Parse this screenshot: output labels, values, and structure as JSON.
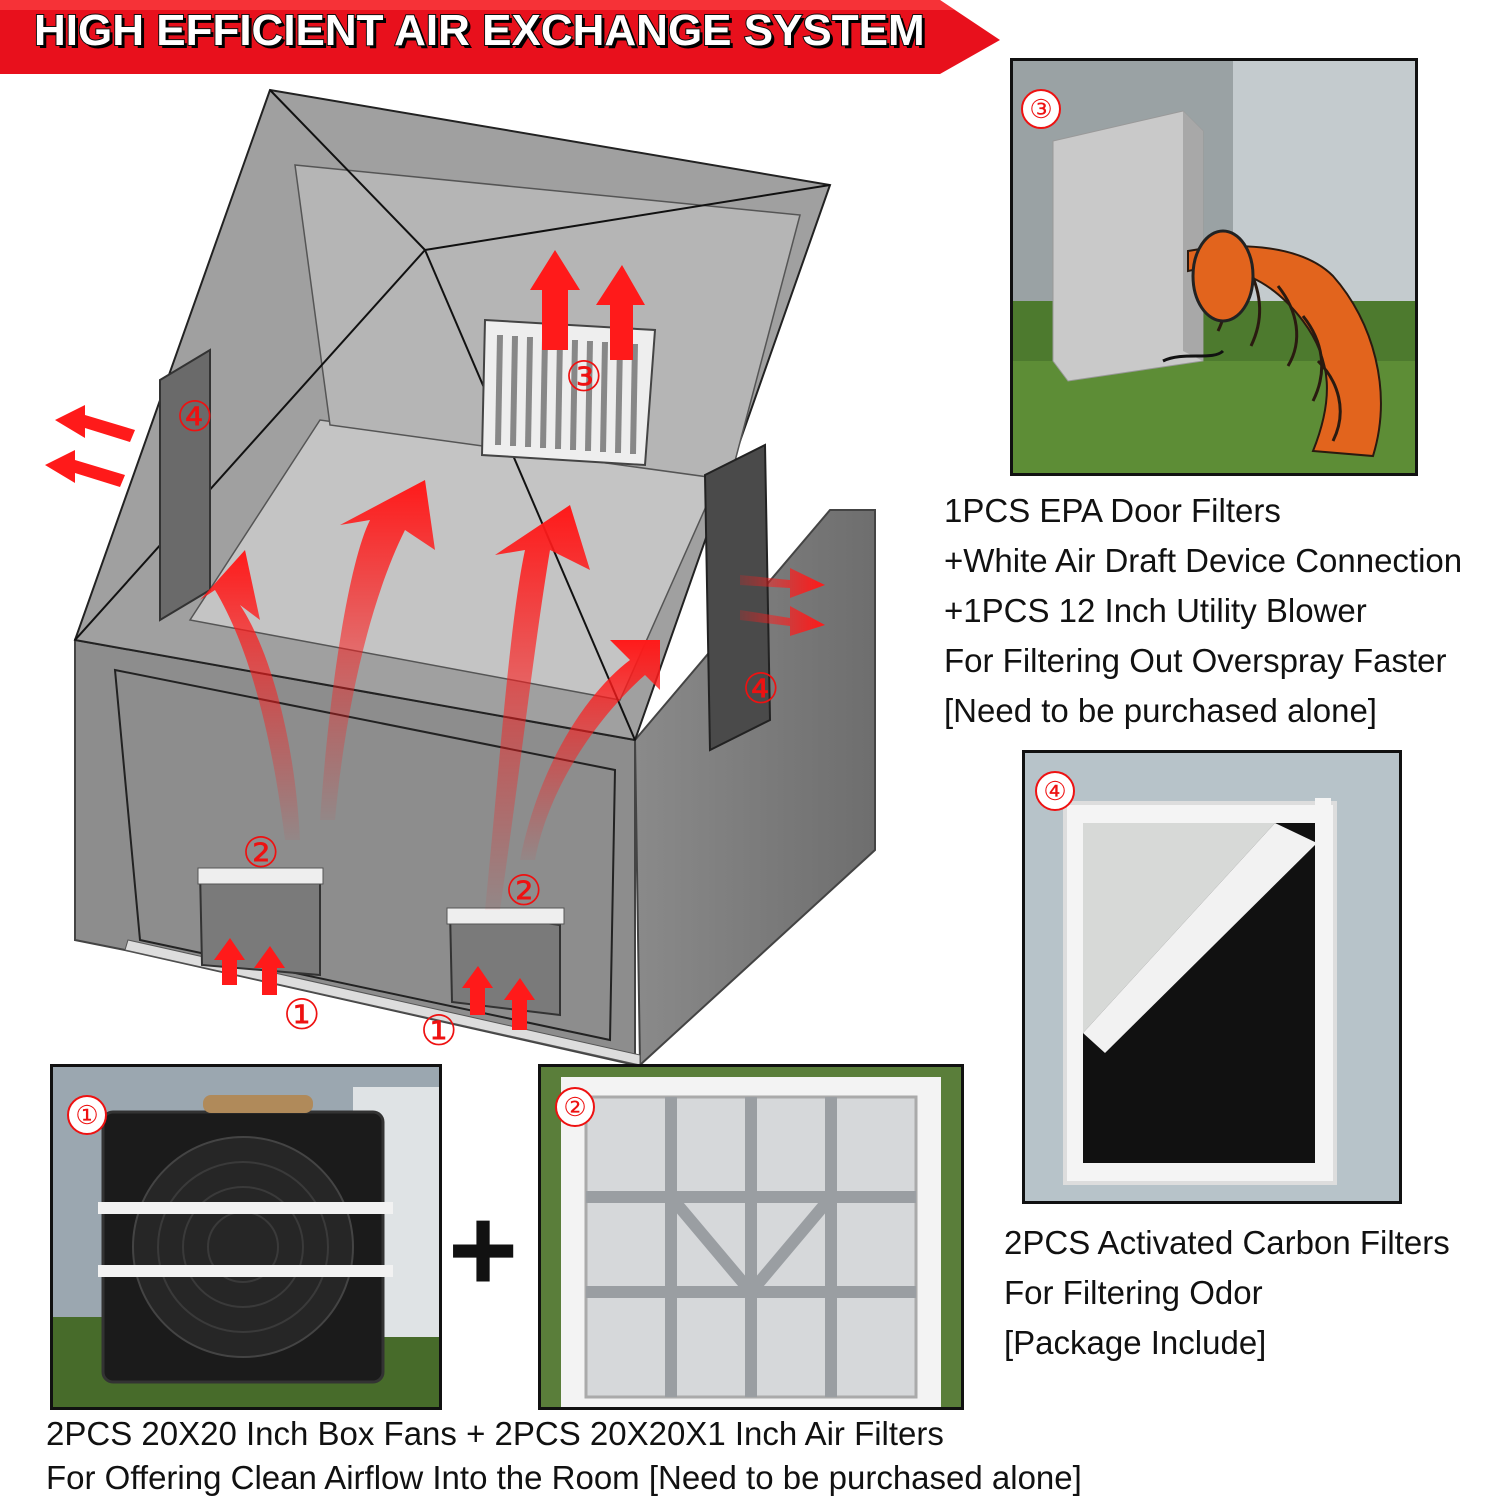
{
  "title": "HIGH EFFICIENT AIR EXCHANGE SYSTEM",
  "colors": {
    "banner_red": "#e8101c",
    "arrow_red": "#ff1a1a",
    "badge_red": "#e11111",
    "booth_gray": "#8d8d8d",
    "grass_green": "#4d7a2e",
    "blower_orange": "#e2641d"
  },
  "markers": {
    "one": "①",
    "two": "②",
    "three": "③",
    "four": "④"
  },
  "diagram": {
    "marker_labels": [
      "④",
      "③",
      "④",
      "②",
      "②",
      "①",
      "①"
    ]
  },
  "photos": {
    "blower": {
      "badge": "③"
    },
    "carbon": {
      "badge": "④"
    },
    "fan": {
      "badge": "①"
    },
    "filter": {
      "badge": "②"
    }
  },
  "plus_sign": "+",
  "captions": {
    "epa": [
      "1PCS EPA Door Filters",
      "+White Air Draft Device Connection",
      "+1PCS 12 Inch Utility Blower",
      "For Filtering Out Overspray Faster",
      "[Need to be purchased alone]"
    ],
    "carbon": [
      "2PCS Activated Carbon Filters",
      "For Filtering Odor",
      "[Package Include]"
    ],
    "bottom": [
      "2PCS 20X20 Inch Box Fans + 2PCS 20X20X1 Inch Air Filters",
      "For Offering Clean Airflow Into the Room [Need to be purchased alone]"
    ]
  }
}
